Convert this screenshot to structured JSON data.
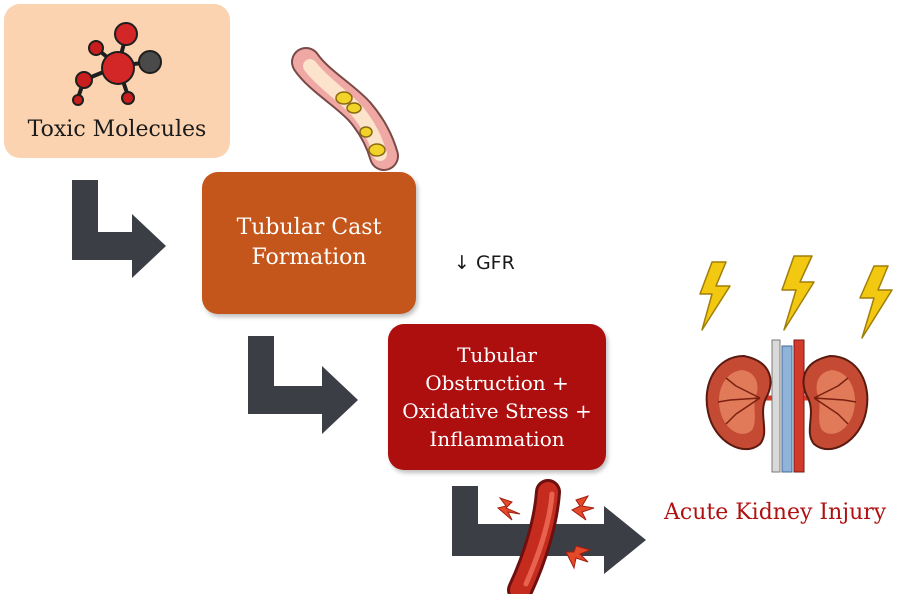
{
  "nodes": {
    "toxic": "Toxic Molecules",
    "cast": "Tubular Cast Formation",
    "obstruction": "Tubular Obstruction + Oxidative Stress + Inflammation",
    "outcome": "Acute Kidney Injury"
  },
  "annotation": "↓ GFR",
  "colors": {
    "toxic_box": "#fbd3b1",
    "cast_box": "#c4561b",
    "obstruction_box": "#ad0f0f",
    "arrow": "#3b3f45",
    "outcome_text": "#b01010",
    "lightning": "#f2c811"
  },
  "icons": [
    "molecule-icon",
    "tubule-cast-icon",
    "damaged-vessel-icon",
    "kidneys-icon",
    "lightning-icon"
  ]
}
